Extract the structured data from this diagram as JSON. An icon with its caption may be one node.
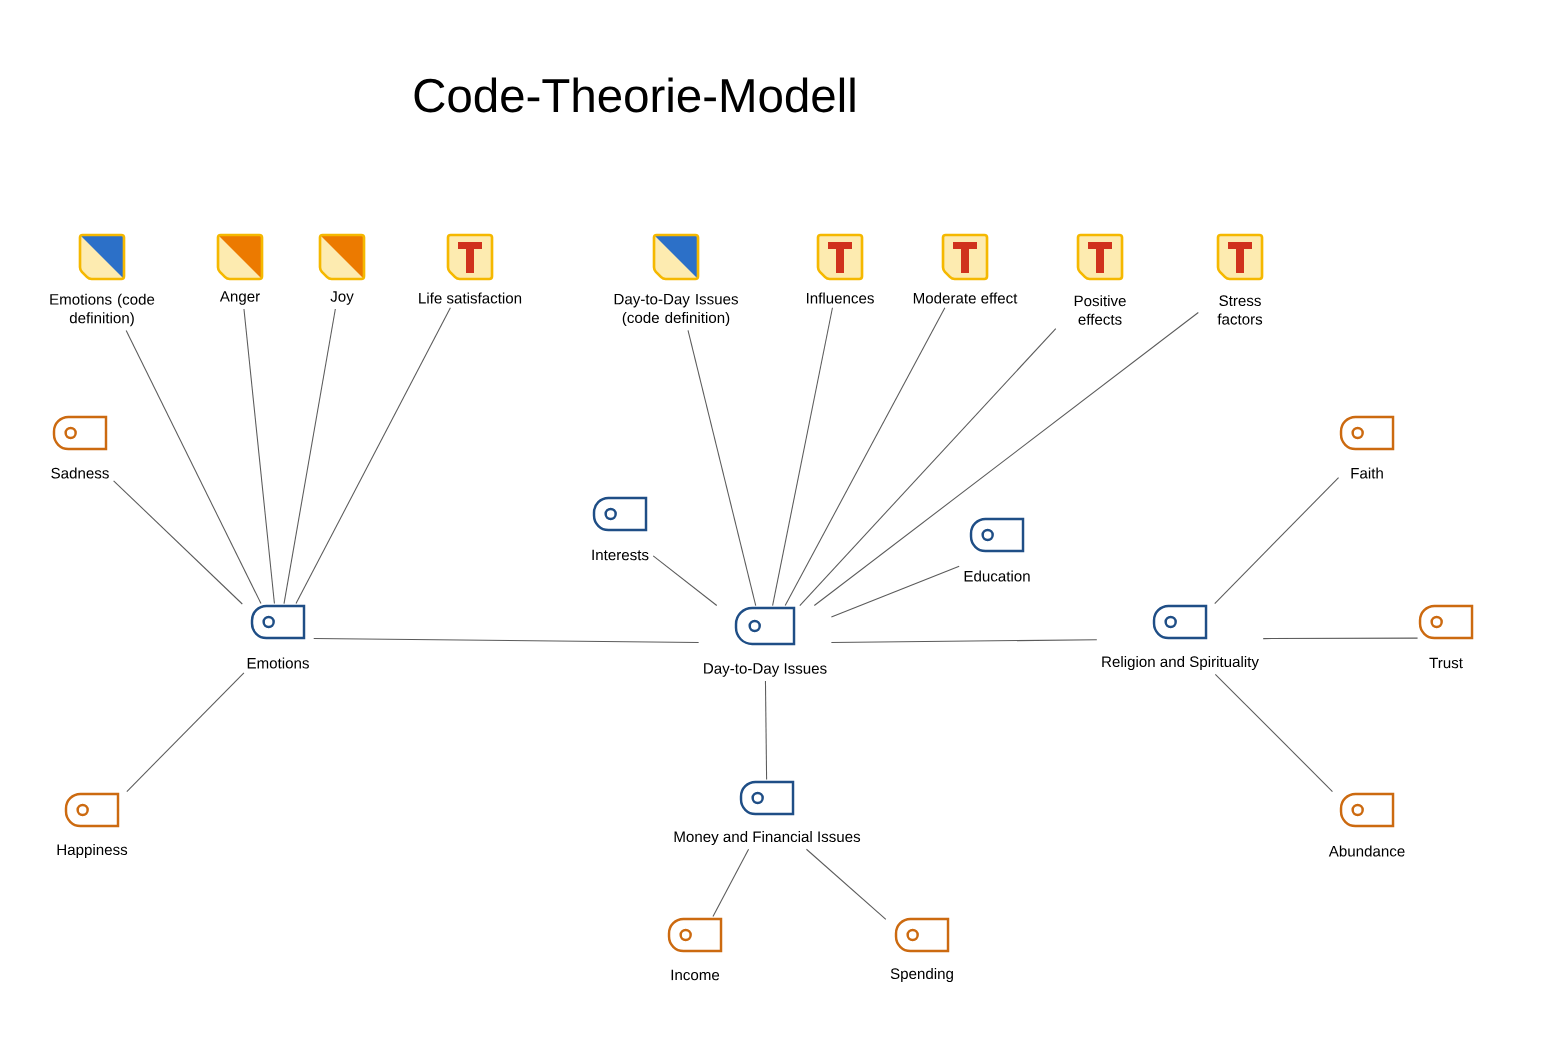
{
  "diagram": {
    "title": "Code-Theorie-Modell",
    "nodes": [
      {
        "text": [
          "Emotions (code definition)"
        ]
      },
      {
        "text": [
          "Anger"
        ]
      },
      {
        "text": [
          "Joy"
        ]
      },
      {
        "text": [
          "Life satisfaction"
        ]
      },
      {
        "text": [
          "Day-to-Day Issues (code definition)"
        ]
      },
      {
        "text": [
          "Influences"
        ]
      },
      {
        "text": [
          "Moderate effect"
        ]
      },
      {
        "text": [
          "Positive effects"
        ]
      },
      {
        "text": [
          "Stress factors"
        ]
      },
      {
        "text": [
          "Sadness"
        ]
      },
      {
        "text": [
          "Faith"
        ]
      },
      {
        "text": [
          "Interests"
        ]
      },
      {
        "text": [
          "Education"
        ]
      },
      {
        "text": [
          "Emotions"
        ]
      },
      {
        "text": [
          "Day-to-Day Issues"
        ]
      },
      {
        "text": [
          "Religion and Spirituality"
        ]
      },
      {
        "text": [
          "Trust"
        ]
      },
      {
        "text": [
          "Money and Financial Issues"
        ]
      },
      {
        "text": [
          "Happiness"
        ]
      },
      {
        "text": [
          "Abundance"
        ]
      },
      {
        "text": [
          "Income"
        ]
      },
      {
        "text": [
          "Spending"
        ]
      }
    ],
    "edges": [
      {
        "from": 0,
        "to": 13,
        "arrow": "none"
      },
      {
        "from": 1,
        "to": 13,
        "arrow": "none"
      },
      {
        "from": 2,
        "to": 13,
        "arrow": "none"
      },
      {
        "from": 3,
        "to": 13,
        "arrow": "none"
      },
      {
        "from": 9,
        "to": 13,
        "arrow": "none"
      },
      {
        "from": 18,
        "to": 13,
        "arrow": "none"
      },
      {
        "from": 13,
        "to": 14,
        "arrow": "none"
      },
      {
        "from": 4,
        "to": 14,
        "arrow": "none"
      },
      {
        "from": 5,
        "to": 14,
        "arrow": "none"
      },
      {
        "from": 6,
        "to": 14,
        "arrow": "none"
      },
      {
        "from": 7,
        "to": 14,
        "arrow": "none"
      },
      {
        "from": 8,
        "to": 14,
        "arrow": "none"
      },
      {
        "from": 11,
        "to": 14,
        "arrow": "none"
      },
      {
        "from": 12,
        "to": 14,
        "arrow": "none"
      },
      {
        "from": 14,
        "to": 15,
        "arrow": "none"
      },
      {
        "from": 14,
        "to": 17,
        "arrow": "none"
      },
      {
        "from": 15,
        "to": 10,
        "arrow": "none"
      },
      {
        "from": 15,
        "to": 16,
        "arrow": "none"
      },
      {
        "from": 15,
        "to": 19,
        "arrow": "none"
      },
      {
        "from": 17,
        "to": 20,
        "arrow": "none"
      },
      {
        "from": 17,
        "to": 21,
        "arrow": "none"
      }
    ]
  }
}
